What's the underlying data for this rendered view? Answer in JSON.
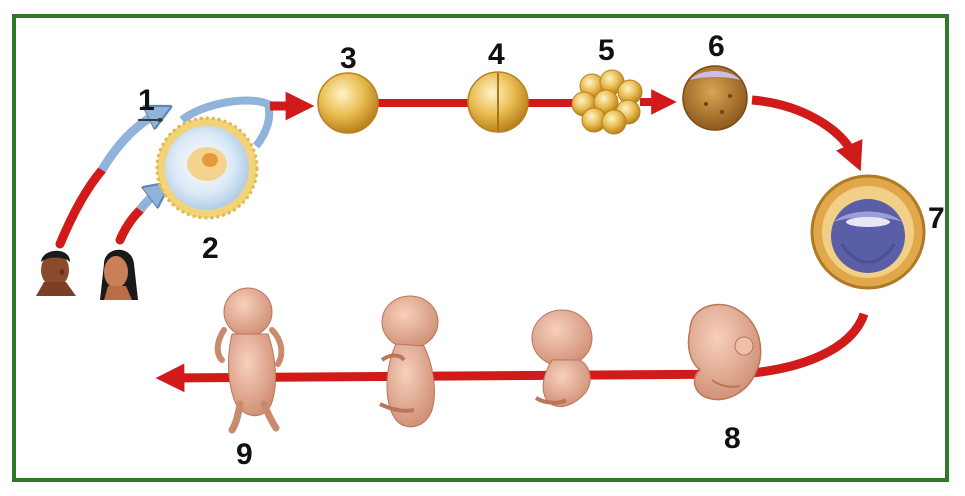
{
  "diagram": {
    "labels": [
      "1",
      "2",
      "3",
      "4",
      "5",
      "6",
      "7",
      "8",
      "9"
    ]
  },
  "colors": {
    "frame": "#2f7a2a",
    "arrow_red": "#d11a1a",
    "arrow_blue": "#8fb3d9",
    "cell_gold": "#e7b545",
    "blastocyst_blue": "#5a5ea6",
    "skin": "#e7a98f"
  },
  "icons": [
    "man-head-icon",
    "woman-head-icon",
    "sperm-icon",
    "egg-cell-icon",
    "zygote-icon",
    "two-cell-icon",
    "morula-icon",
    "blastocyst-icon",
    "implanted-embryo-icon",
    "fetus-icon",
    "baby-icon"
  ]
}
